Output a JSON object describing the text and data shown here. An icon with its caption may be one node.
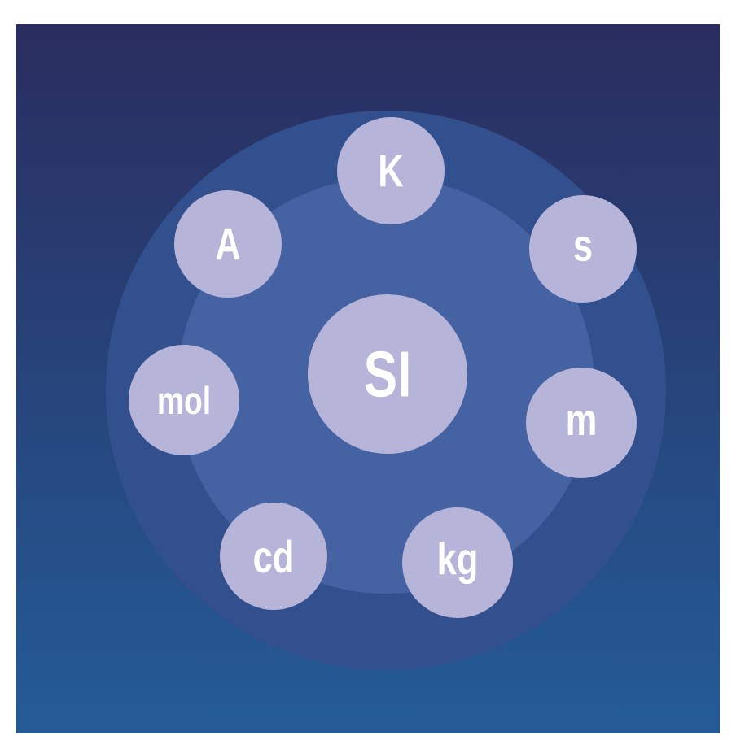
{
  "diagram": {
    "nodes": [
      {
        "text": [
          "SI"
        ]
      },
      {
        "text": [
          "K"
        ]
      },
      {
        "text": [
          "s"
        ]
      },
      {
        "text": [
          "m"
        ]
      },
      {
        "text": [
          "kg"
        ]
      },
      {
        "text": [
          "cd"
        ]
      },
      {
        "text": [
          "mol"
        ]
      },
      {
        "text": [
          "A"
        ]
      }
    ]
  }
}
